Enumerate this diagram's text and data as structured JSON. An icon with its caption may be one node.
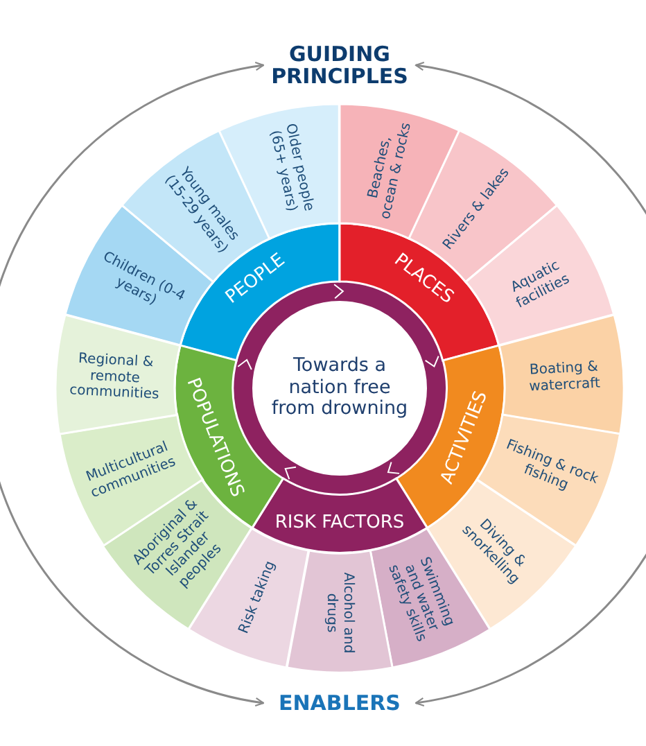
{
  "diagram": {
    "nodes": [
      {
        "text": [
          "GUIDING PRINCIPLES"
        ]
      },
      {
        "text": [
          "Towards a nation free from drowning"
        ]
      },
      {
        "text": [
          "PEOPLE"
        ]
      },
      {
        "text": [
          "PLACES"
        ]
      },
      {
        "text": [
          "ACTIVITIES"
        ]
      },
      {
        "text": [
          "RISK FACTORS"
        ]
      },
      {
        "text": [
          "POPULATIONS"
        ]
      },
      {
        "text": [
          "Children (0-4 years)"
        ]
      },
      {
        "text": [
          "Young males (15-29 years)"
        ]
      },
      {
        "text": [
          "Older people (65+ years)"
        ]
      },
      {
        "text": [
          "Beaches, ocean & rocks"
        ]
      },
      {
        "text": [
          "Rivers & lakes"
        ]
      },
      {
        "text": [
          "Aquatic facilities"
        ]
      },
      {
        "text": [
          "Boating & watercraft"
        ]
      },
      {
        "text": [
          "Fishing & rock fishing"
        ]
      },
      {
        "text": [
          "Diving & snorkelling"
        ]
      },
      {
        "text": [
          "Swimming and water safety skills"
        ]
      },
      {
        "text": [
          "Alcohol and drugs"
        ]
      },
      {
        "text": [
          "Risk taking"
        ]
      },
      {
        "text": [
          "Aboriginal & Torres Strait Islander peoples"
        ]
      },
      {
        "text": [
          "Multicultural communities"
        ]
      },
      {
        "text": [
          "Regional & remote communities"
        ]
      },
      {
        "text": [
          "ENABLERS"
        ]
      }
    ],
    "edges": [
      {
        "from": 0,
        "to": 22,
        "arrow": "both"
      },
      {
        "from": 0,
        "to": 22,
        "arrow": "both"
      }
    ]
  }
}
